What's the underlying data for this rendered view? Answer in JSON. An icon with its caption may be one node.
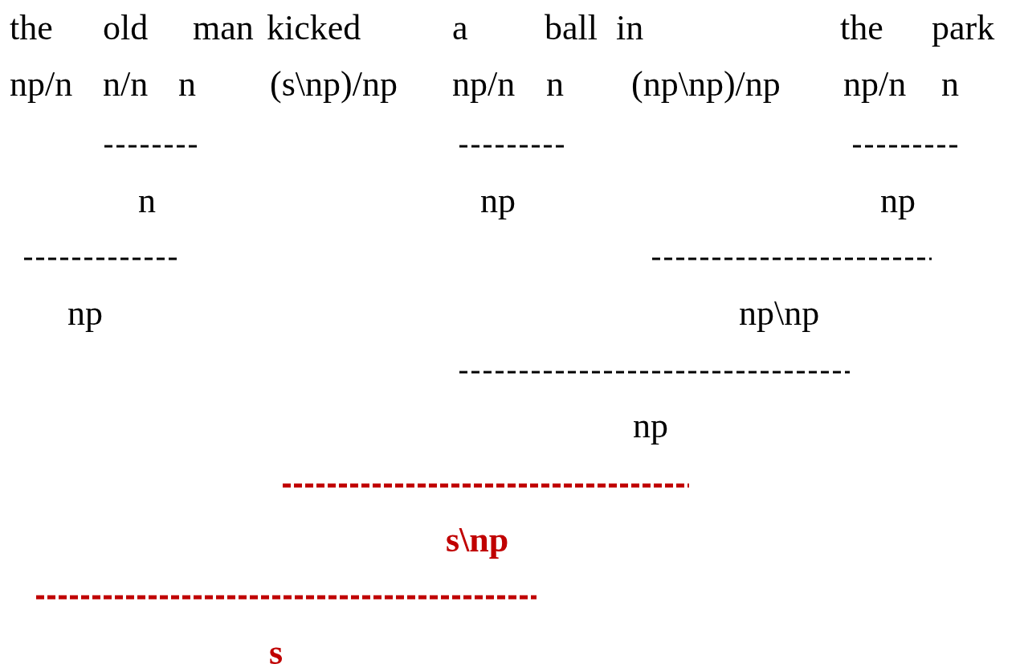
{
  "diagram": {
    "labels": [
      "the",
      "old",
      "man",
      "kicked",
      "a",
      "ball",
      "in",
      "the",
      "park",
      "np/n",
      "n/n",
      "n",
      "(s\\np)/np",
      "np/n",
      "n",
      "(np\\np)/np",
      "np/n",
      "n",
      "n",
      "np",
      "np",
      "np",
      "np\\np",
      "np",
      "s\\np",
      "s"
    ]
  }
}
